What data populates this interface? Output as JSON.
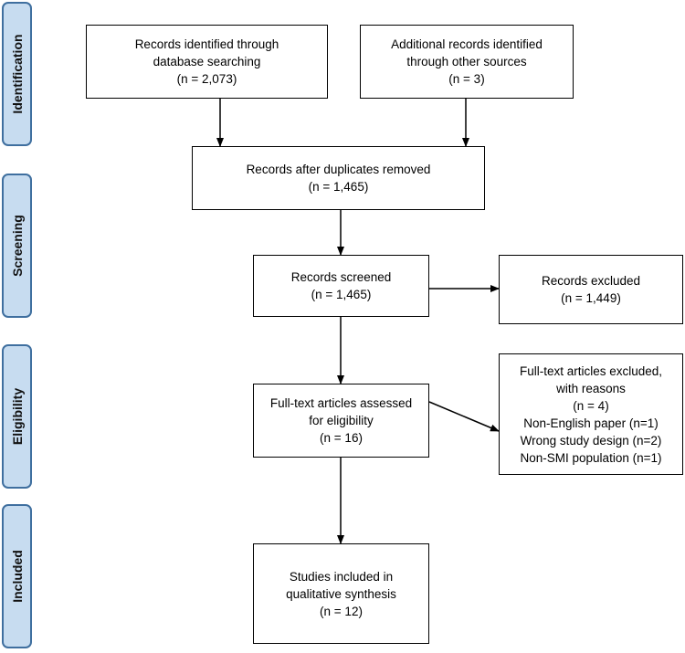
{
  "phases": [
    {
      "label": "Identification"
    },
    {
      "label": "Screening"
    },
    {
      "label": "Eligibility"
    },
    {
      "label": "Included"
    }
  ],
  "boxes": {
    "database": [
      "Records identified through",
      "database searching",
      "(n = 2,073)"
    ],
    "other": [
      "Additional records identified",
      "through other sources",
      "(n = 3)"
    ],
    "duplicates": [
      "Records after duplicates removed",
      "(n = 1,465)"
    ],
    "screened": [
      "Records screened",
      "(n = 1,465)"
    ],
    "excluded": [
      "Records excluded",
      "(n = 1,449)"
    ],
    "fulltext": [
      "Full-text articles assessed",
      "for eligibility",
      "(n = 16)"
    ],
    "fulltext_excluded": [
      "Full-text articles excluded,",
      "with reasons",
      "(n = 4)",
      "Non-English paper (n=1)",
      "Wrong study design (n=2)",
      "Non-SMI population (n=1)"
    ],
    "included": [
      "Studies included in",
      "qualitative synthesis",
      "(n = 12)"
    ]
  }
}
